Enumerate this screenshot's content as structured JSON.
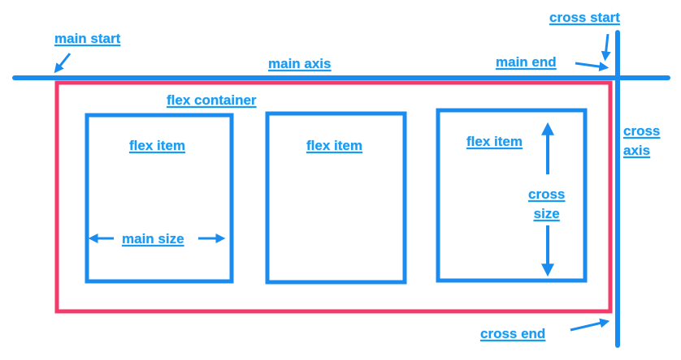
{
  "colors": {
    "axis": "#1a8cf0",
    "container": "#f23a6b",
    "label": "#1a9bf0"
  },
  "labels": {
    "main_start": "main start",
    "main_axis": "main axis",
    "main_end": "main end",
    "cross_start": "cross start",
    "cross_axis_1": "cross",
    "cross_axis_2": "axis",
    "flex_container": "flex container",
    "flex_item": "flex item",
    "main_size": "main size",
    "cross_size_1": "cross",
    "cross_size_2": "size",
    "cross_end": "cross end"
  }
}
